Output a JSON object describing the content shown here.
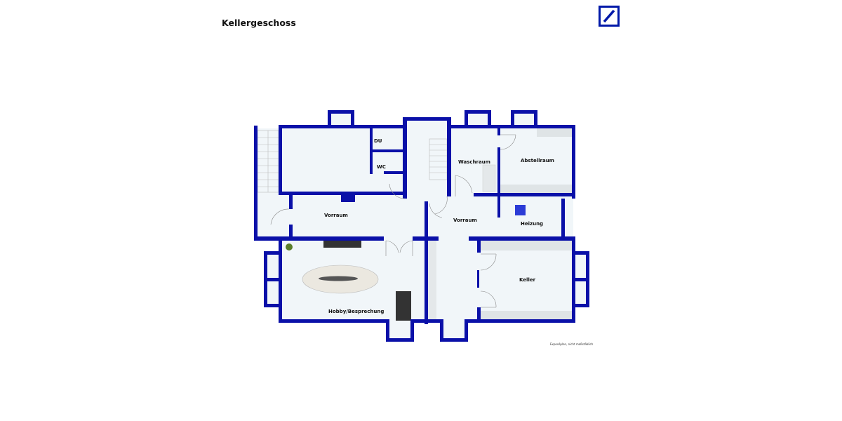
{
  "title": "Kellergeschoss",
  "logo": {
    "name": "deutsche-bank-logo",
    "color": "#0018a8"
  },
  "colors": {
    "wall": "#0a10a8",
    "floor": "#f1f6f9",
    "furniture": "#dfe4e6"
  },
  "rooms": {
    "du": "DU",
    "wc": "WC",
    "waschraum": "Waschraum",
    "abstellraum": "Abstellraum",
    "vorraum_left": "Vorraum",
    "vorraum_center": "Vorraum",
    "heizung": "Heizung",
    "keller": "Keller",
    "hobby": "Hobby/Besprechung"
  },
  "note": "Exposéplan, nicht maßstäblich"
}
